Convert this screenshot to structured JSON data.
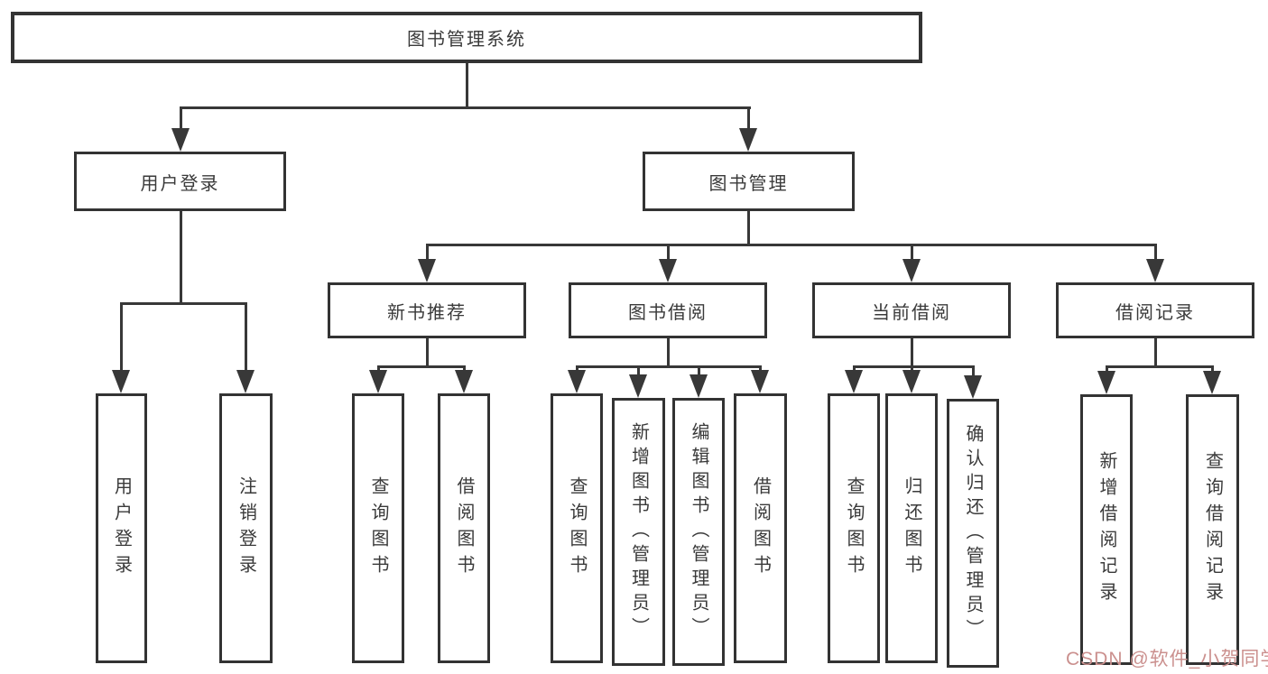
{
  "diagram": {
    "root": "图书管理系统",
    "level1": [
      "用户登录",
      "图书管理"
    ],
    "level2": [
      "新书推荐",
      "图书借阅",
      "当前借阅",
      "借阅记录"
    ],
    "leaves": {
      "user_login": [
        "用户登录",
        "注销登录"
      ],
      "new_book": [
        "查询图书",
        "借阅图书"
      ],
      "book_borrow": [
        "查询图书",
        "新增图书（管理员）",
        "编辑图书（管理员）",
        "借阅图书"
      ],
      "current_borrow": [
        "查询图书",
        "归还图书",
        "确认归还（管理员）"
      ],
      "borrow_records": [
        "新增借阅记录",
        "查询借阅记录"
      ]
    }
  },
  "watermark": {
    "text": "CSDN @软件_小贺同学",
    "color": "#cb908e"
  },
  "colors": {
    "line": "#383838",
    "border": "#333333",
    "text": "#3a3a3a",
    "background": "#ffffff"
  }
}
